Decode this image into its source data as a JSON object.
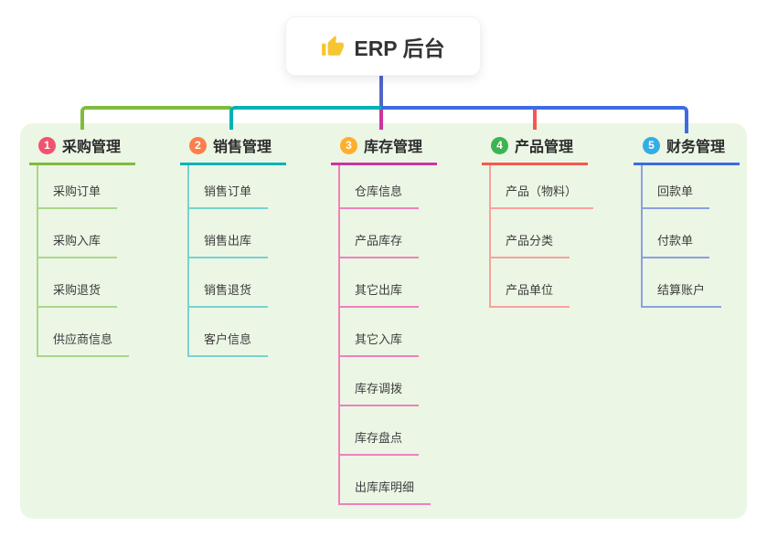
{
  "root": {
    "label": "ERP 后台",
    "icon": "thumbs-up-icon",
    "connector_color": "#5164c9"
  },
  "palette": {
    "canvas_background": "#ffffff",
    "panel_background": "#ebf6e5"
  },
  "branches": [
    {
      "num": "1",
      "title": "采购管理",
      "colors": {
        "badge": "#ef5370",
        "line": "#7fbb40",
        "light": "#abd68b"
      },
      "children": [
        "采购订单",
        "采购入库",
        "采购退货",
        "供应商信息"
      ]
    },
    {
      "num": "2",
      "title": "销售管理",
      "colors": {
        "badge": "#fd7e4d",
        "line": "#00b2b5",
        "light": "#79d2d0"
      },
      "children": [
        "销售订单",
        "销售出库",
        "销售退货",
        "客户信息"
      ]
    },
    {
      "num": "3",
      "title": "库存管理",
      "colors": {
        "badge": "#ffaf2e",
        "line": "#cb35a0",
        "light": "#ee82bc"
      },
      "children": [
        "仓库信息",
        "产品库存",
        "其它出库",
        "其它入库",
        "库存调拨",
        "库存盘点",
        "出库库明细"
      ]
    },
    {
      "num": "4",
      "title": "产品管理",
      "colors": {
        "badge": "#3cb551",
        "line": "#f75750",
        "light": "#f9a29c"
      },
      "children": [
        "产品（物料）",
        "产品分类",
        "产品单位"
      ]
    },
    {
      "num": "5",
      "title": "财务管理",
      "colors": {
        "badge": "#35ace4",
        "line": "#3d6be4",
        "light": "#8ba0dd"
      },
      "children": [
        "回款单",
        "付款单",
        "结算账户"
      ]
    }
  ]
}
